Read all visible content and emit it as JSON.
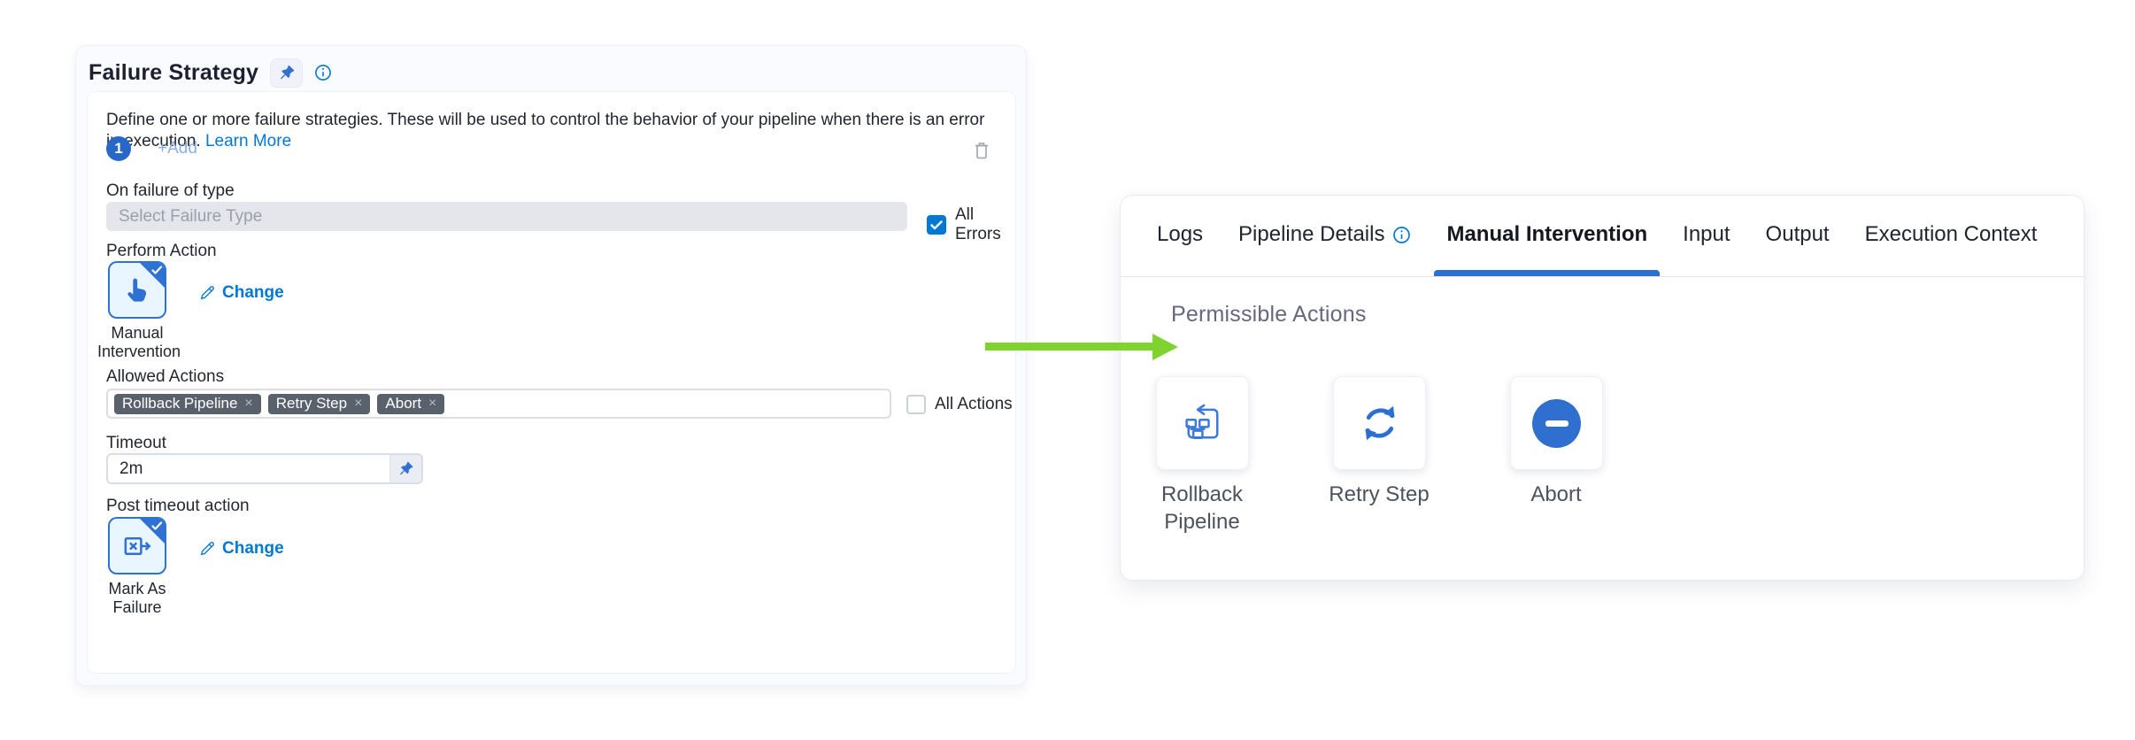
{
  "colors": {
    "primary_blue": "#0278d5",
    "icon_blue": "#2e72d2",
    "badge_blue": "#2767c8",
    "tag_bg": "#58616c",
    "arrow_green": "#7fd32f",
    "select_disabled_bg": "#e4e6eb"
  },
  "left_panel": {
    "title": "Failure Strategy",
    "description": "Define one or more failure strategies. These will be used to control the behavior of your pipeline when there is an error in execution.",
    "learn_more_label": "Learn More",
    "strategy_index": "1",
    "add_label": "+Add",
    "on_failure_label": "On failure of type",
    "failure_type_placeholder": "Select Failure Type",
    "all_errors_label": "All Errors",
    "all_errors_checked": true,
    "perform_action_label": "Perform Action",
    "perform_action_name": "Manual Intervention",
    "change_label": "Change",
    "allowed_actions_label": "Allowed Actions",
    "allowed_actions": [
      "Rollback Pipeline",
      "Retry Step",
      "Abort"
    ],
    "all_actions_label": "All Actions",
    "all_actions_checked": false,
    "timeout_label": "Timeout",
    "timeout_value": "2m",
    "post_timeout_label": "Post timeout action",
    "post_timeout_action_name": "Mark As Failure"
  },
  "right_panel": {
    "tabs": [
      {
        "label": "Logs"
      },
      {
        "label": "Pipeline Details",
        "has_info_icon": true
      },
      {
        "label": "Manual Intervention",
        "active": true
      },
      {
        "label": "Input"
      },
      {
        "label": "Output"
      },
      {
        "label": "Execution Context"
      }
    ],
    "section_title": "Permissible Actions",
    "actions": [
      {
        "label": "Rollback Pipeline",
        "icon": "rollback-pipeline-icon"
      },
      {
        "label": "Retry Step",
        "icon": "retry-icon"
      },
      {
        "label": "Abort",
        "icon": "abort-icon"
      }
    ]
  }
}
